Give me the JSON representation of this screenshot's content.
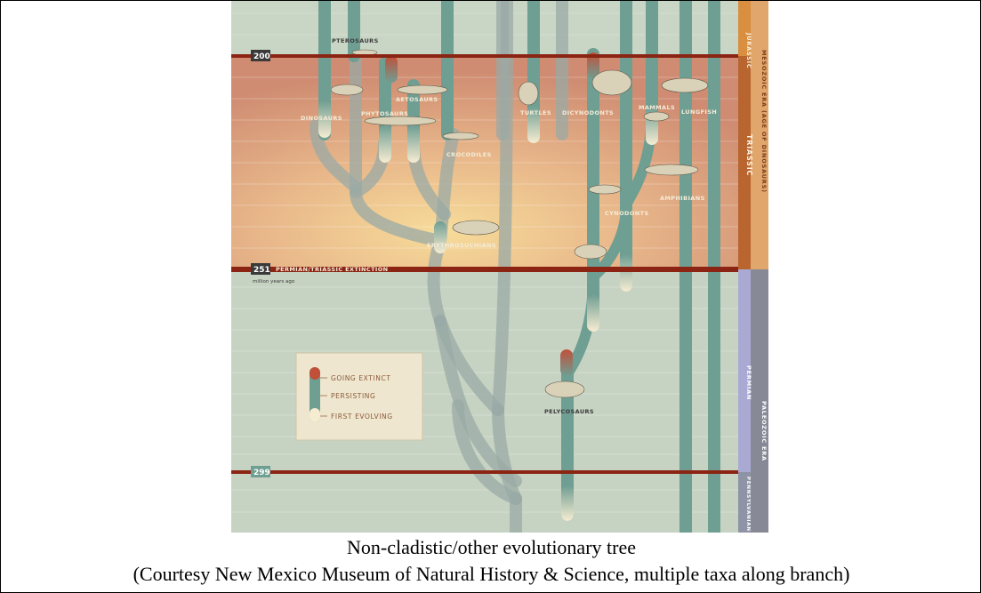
{
  "figure": {
    "date_markers": [
      "200",
      "251",
      "299"
    ],
    "extinction_label": "PERMIAN/TRIASSIC EXTINCTION",
    "axis_unit": "million years ago",
    "eras": {
      "mesozoic": "MESOZOIC ERA (AGE OF DINOSAURS)",
      "paleozoic": "PALEOZOIC ERA"
    },
    "periods": {
      "jurassic": "JURASSIC",
      "triassic": "TRIASSIC",
      "permian": "PERMIAN",
      "pennsylvanian": "PENNSYLVANIAN"
    },
    "groups": {
      "pterosaurs": "PTEROSAURS",
      "dinosaurs": "DINOSAURS",
      "phytosaurs": "PHYTOSAURS",
      "aetosaurs": "AETOSAURS",
      "crocodiles": "CROCODILES",
      "erythrosuchians": "ERYTHROSUCHIANS",
      "turtles": "TURTLES",
      "dicynodonts": "DICYNODONTS",
      "mammals": "MAMMALS",
      "lungfish": "LUNGFISH",
      "amphibians": "AMPHIBIANS",
      "cynodonts": "CYNODONTS",
      "pelycosaurs": "PELYCOSAURS"
    },
    "legend": {
      "going_extinct": "GOING EXTINCT",
      "persisting": "PERSISTING",
      "first_evolving": "FIRST EVOLVING"
    },
    "colors": {
      "branch": "#6f9e92",
      "triassic_band": "#d99a7c",
      "extinction_line": "#8b2413",
      "background": "#c8d4c4",
      "era_mesozoic": "#e0a66c",
      "era_paleozoic": "#878a96"
    }
  },
  "caption": {
    "line1": "Non-cladistic/other evolutionary tree",
    "line2": "(Courtesy New Mexico Museum of Natural History & Science, multiple taxa along branch)"
  }
}
